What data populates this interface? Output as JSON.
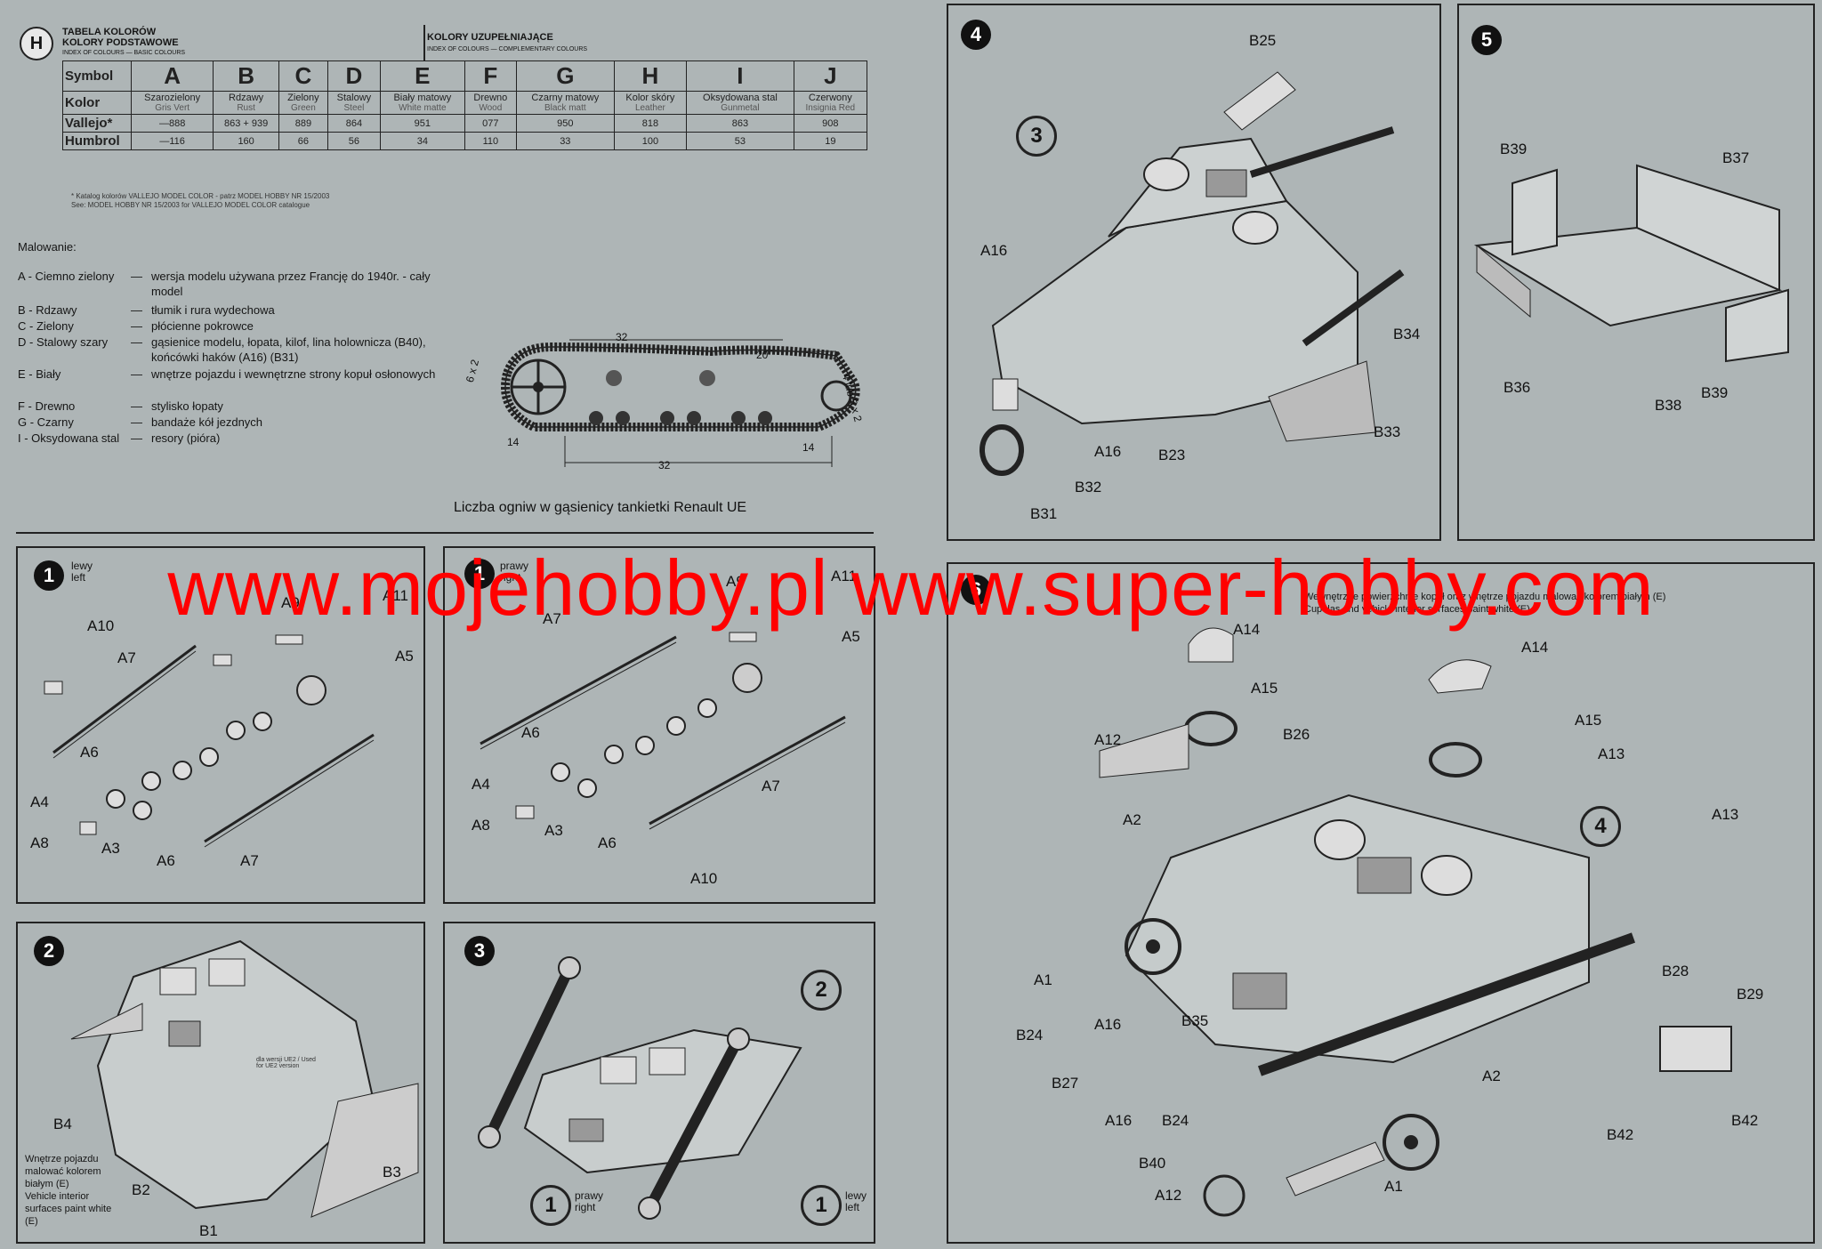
{
  "header": {
    "badge": "H",
    "basic_title_pl": "TABELA KOLORÓW",
    "basic_sub_pl": "KOLORY PODSTAWOWE",
    "basic_sub_en": "INDEX OF COLOURS — BASIC COLOURS",
    "comp_title_pl": "KOLORY UZUPEŁNIAJĄCE",
    "comp_sub_en": "INDEX OF COLOURS — COMPLEMENTARY COLOURS"
  },
  "color_table": {
    "row_labels": [
      "Symbol",
      "Kolor",
      "Vallejo*",
      "Humbrol"
    ],
    "columns": [
      {
        "letter": "A",
        "pl": "Szarozielony",
        "en": "Gris Vert",
        "vallejo": "—888",
        "humbrol": "—116"
      },
      {
        "letter": "B",
        "pl": "Rdzawy",
        "en": "Rust",
        "vallejo": "863 + 939",
        "humbrol": "160"
      },
      {
        "letter": "C",
        "pl": "Zielony",
        "en": "Green",
        "vallejo": "889",
        "humbrol": "66"
      },
      {
        "letter": "D",
        "pl": "Stalowy",
        "en": "Steel",
        "vallejo": "864",
        "humbrol": "56"
      },
      {
        "letter": "E",
        "pl": "Biały matowy",
        "en": "White matte",
        "vallejo": "951",
        "humbrol": "34"
      },
      {
        "letter": "F",
        "pl": "Drewno",
        "en": "Wood",
        "vallejo": "077",
        "humbrol": "110"
      },
      {
        "letter": "G",
        "pl": "Czarny matowy",
        "en": "Black matt",
        "vallejo": "950",
        "humbrol": "33"
      },
      {
        "letter": "H",
        "pl": "Kolor skóry",
        "en": "Leather",
        "vallejo": "818",
        "humbrol": "100"
      },
      {
        "letter": "I",
        "pl": "Oksydowana stal",
        "en": "Gunmetal",
        "vallejo": "863",
        "humbrol": "53"
      },
      {
        "letter": "J",
        "pl": "Czerwony",
        "en": "Insignia Red",
        "vallejo": "908",
        "humbrol": "19"
      }
    ],
    "footnote_pl": "* Katalog kolorów VALLEJO MODEL COLOR - patrz MODEL HOBBY NR 15/2003",
    "footnote_en": "See: MODEL HOBBY NR 15/2003 for VALLEJO MODEL COLOR catalogue"
  },
  "painting": {
    "heading": "Malowanie:",
    "items": [
      {
        "key": "A - Ciemno zielony",
        "dash": "—",
        "value": "wersja modelu używana przez Francję do 1940r. - cały model"
      },
      {
        "key": "B - Rdzawy",
        "dash": "—",
        "value": "tłumik i rura wydechowa"
      },
      {
        "key": "C - Zielony",
        "dash": "—",
        "value": "płócienne pokrowce"
      },
      {
        "key": "D - Stalowy szary",
        "dash": "—",
        "value": "gąsienice modelu, łopata, kilof, lina holownicza (B40), końcówki haków (A16) (B31)"
      },
      {
        "key": "E - Biały",
        "dash": "—",
        "value": "wnętrze pojazdu i wewnętrzne strony kopuł osłonowych"
      },
      {
        "key": "F - Drewno",
        "dash": "—",
        "value": "stylisko łopaty"
      },
      {
        "key": "G - Czarny",
        "dash": "—",
        "value": "bandaże kół jezdnych"
      },
      {
        "key": "I - Oksydowana stal",
        "dash": "—",
        "value": "resory (pióra)"
      }
    ]
  },
  "track_diagram": {
    "caption": "Liczba ogniw w gąsienicy tankietki Renault UE",
    "n_top": "32",
    "n_top_right": "20",
    "n_left": "6 x 2",
    "n_right": "4 lub 5 x 2",
    "n_bottom_left": "14",
    "n_bottom_right": "14",
    "n_bottom": "32"
  },
  "steps": {
    "s1_left": {
      "num": "1",
      "side_pl": "lewy",
      "side_en": "left",
      "labels": [
        "A10",
        "A9",
        "A11",
        "A7",
        "A5",
        "A6",
        "A4",
        "A8",
        "A3",
        "A6",
        "A7"
      ]
    },
    "s1_right": {
      "num": "1",
      "side_pl": "prawy",
      "side_en": "right",
      "labels": [
        "A9",
        "A11",
        "A7",
        "A5",
        "A6",
        "A4",
        "A8",
        "A3",
        "A6",
        "A7",
        "A10"
      ]
    },
    "s2": {
      "num": "2",
      "labels": [
        "B4",
        "B2",
        "B1",
        "B3"
      ],
      "inner_note": "dla wersji UE2 / Used for UE2 version",
      "note_pl": "Wnętrze pojazdu malować kolorem białym (E)",
      "note_en": "Vehicle interior surfaces paint white (E)"
    },
    "s3": {
      "num": "3",
      "ref2": "2",
      "ref_right_num": "1",
      "ref_right_pl": "prawy",
      "ref_right_en": "right",
      "ref_left_num": "1",
      "ref_left_pl": "lewy",
      "ref_left_en": "left"
    },
    "s4": {
      "num": "4",
      "ref": "3",
      "labels": [
        "B25",
        "A16",
        "B34",
        "A16",
        "B23",
        "B33",
        "B32",
        "B31"
      ]
    },
    "s5": {
      "num": "5",
      "labels": [
        "B39",
        "B37",
        "B36",
        "B38",
        "B39"
      ]
    },
    "s6": {
      "num": "6",
      "ref": "4",
      "note_pl": "Wewnętrzne powierzchnie kopuł oraz wnętrze pojazdu malować kolorem białym (E)",
      "note_en": "Cupolas and vehicle interior surfaces paint white (E)",
      "labels": [
        "A14",
        "A14",
        "A15",
        "A15",
        "A12",
        "B26",
        "A13",
        "A13",
        "A2",
        "A1",
        "A16",
        "B35",
        "B28",
        "B29",
        "B24",
        "B27",
        "A16",
        "B24",
        "A2",
        "B42",
        "B42",
        "B40",
        "A12",
        "A1"
      ]
    }
  },
  "watermark": "www.mojehobby.pl www.super-hobby.com"
}
